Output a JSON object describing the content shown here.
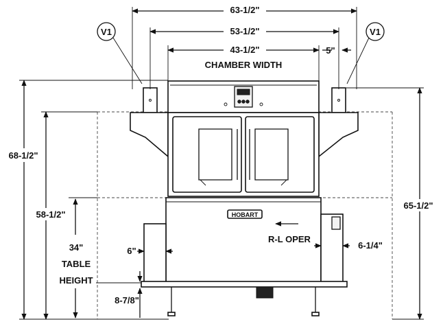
{
  "diagram": {
    "dimensions": {
      "overall_width": "63-1/2\"",
      "mid_width": "53-1/2\"",
      "chamber_width": "43-1/2\"",
      "chamber_width_label": "CHAMBER WIDTH",
      "vent_offset": "5\"",
      "overall_height": "68-1/2\"",
      "lower_height": "58-1/2\"",
      "right_height": "65-1/2\"",
      "table_height_value": "34\"",
      "table_height_label_1": "TABLE",
      "table_height_label_2": "HEIGHT",
      "left_table_ext": "6\"",
      "right_table_ext": "6-1/4\"",
      "leg_height": "8-7/8\""
    },
    "vents": {
      "left": "V1",
      "right": "V1"
    },
    "operation_label": "R-L OPER",
    "brand_plate": "HOBART"
  }
}
